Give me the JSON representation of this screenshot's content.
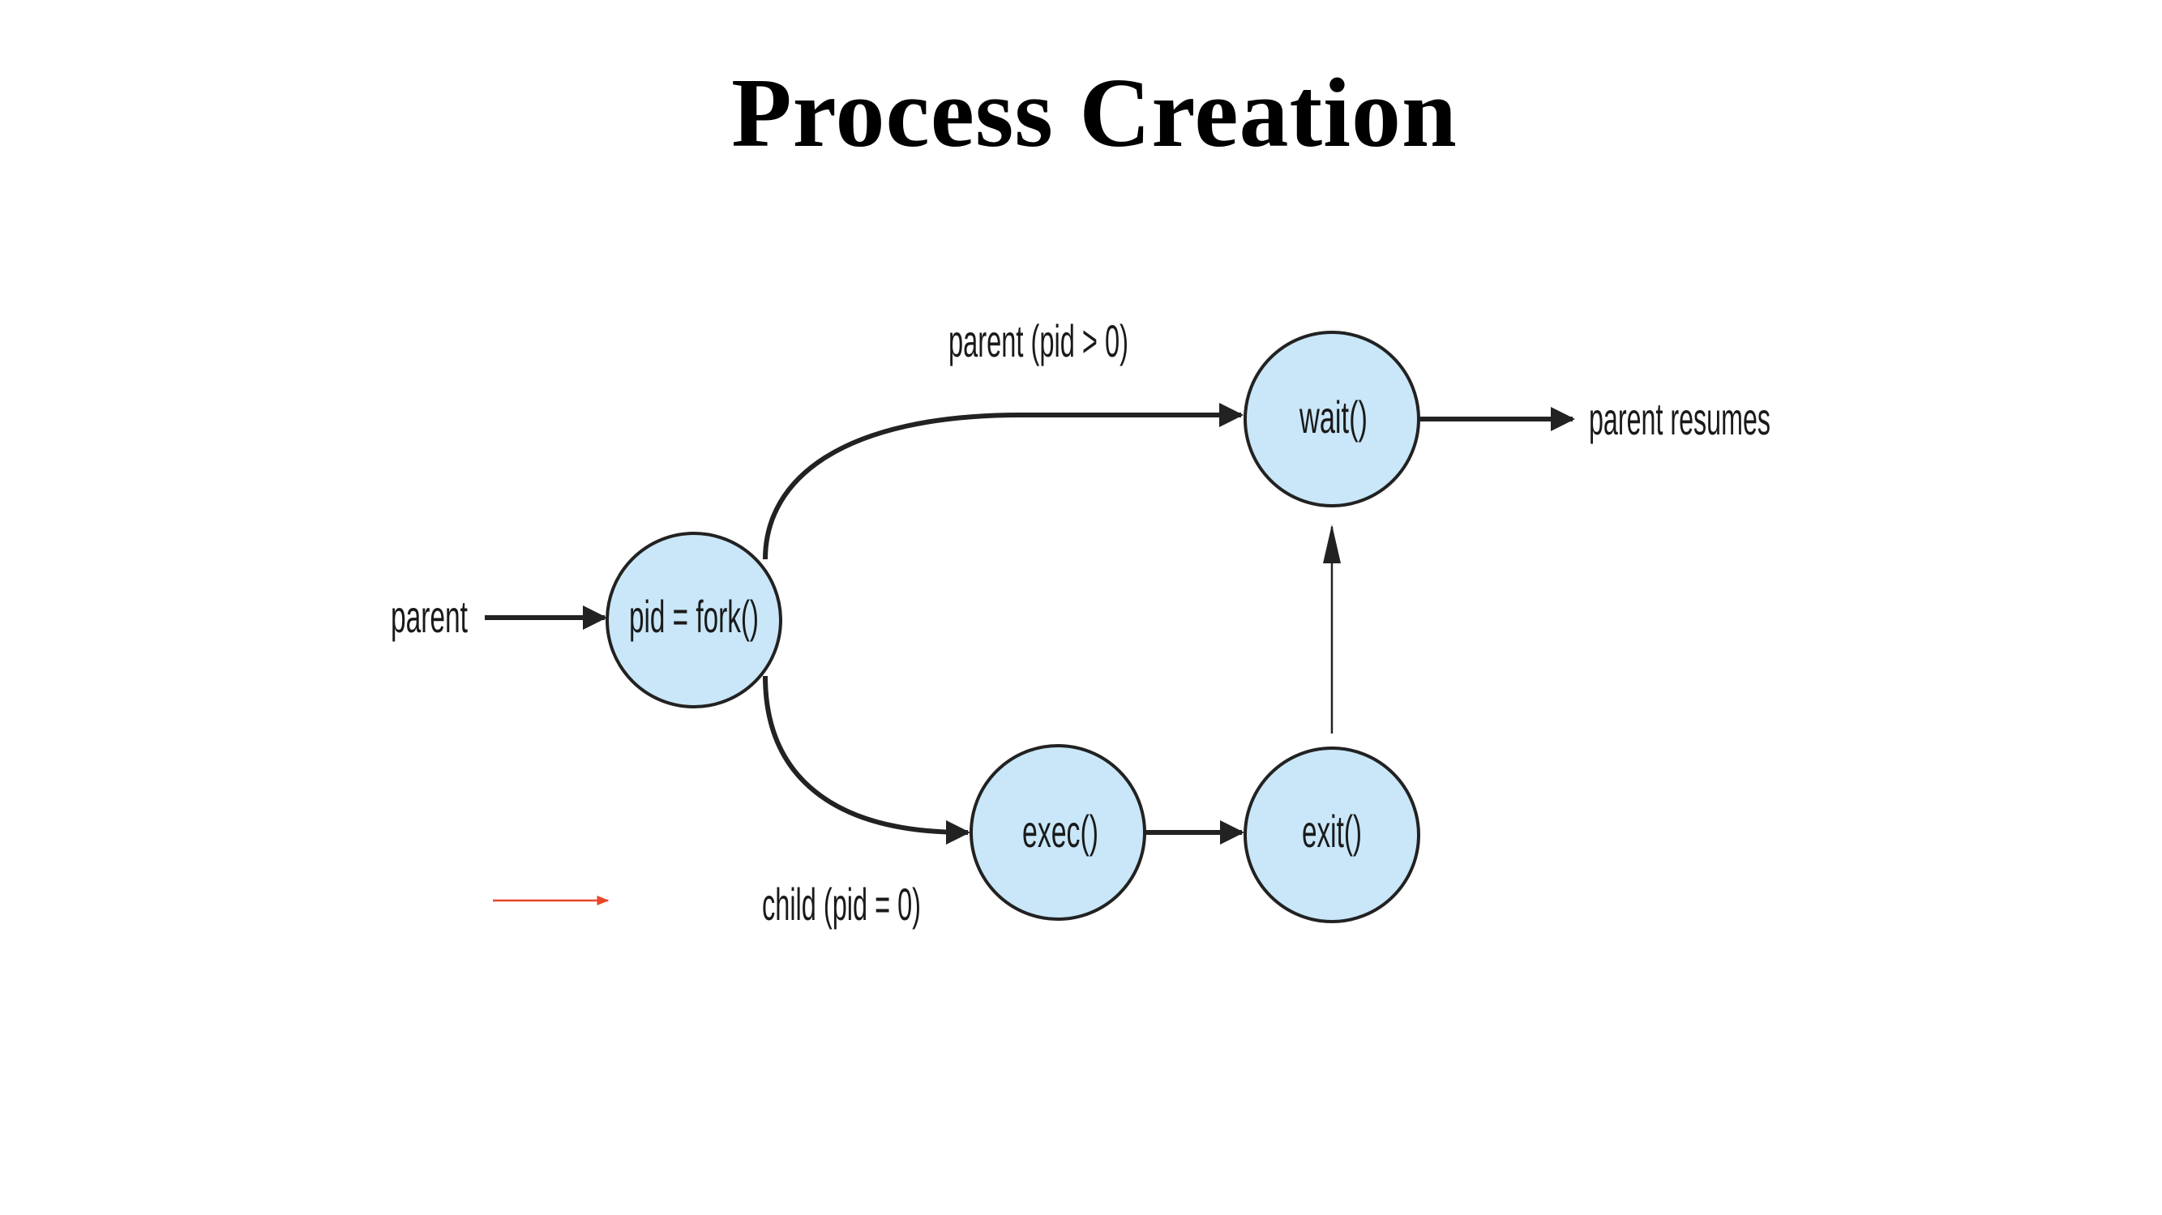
{
  "title": "Process Creation",
  "colors": {
    "node_fill": "#c9e7f8",
    "stroke": "#222222",
    "accent_arrow": "#e8472a"
  },
  "nodes": {
    "fork": "pid = fork()",
    "wait": "wait()",
    "exec": "exec()",
    "exit": "exit()"
  },
  "labels": {
    "parent_in": "parent",
    "parent_branch": "parent (pid > 0)",
    "child_branch": "child (pid = 0)",
    "parent_resumes": "parent resumes"
  }
}
